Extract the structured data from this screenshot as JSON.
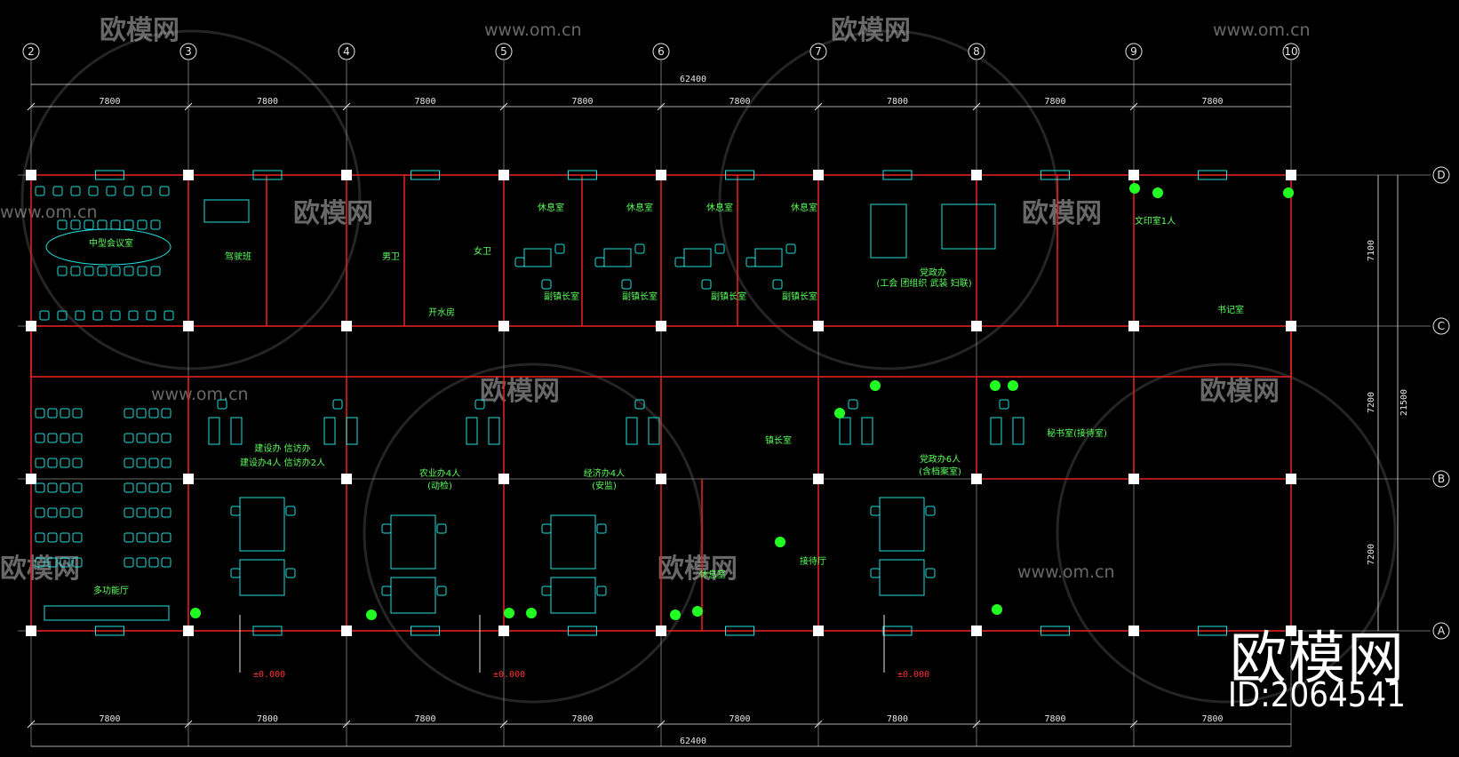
{
  "watermark": {
    "brand": "欧模网",
    "url": "www.om.cn"
  },
  "branding": {
    "name": "欧模网",
    "id": "ID:2064541"
  },
  "axes": {
    "columns": [
      "2",
      "3",
      "4",
      "5",
      "6",
      "7",
      "8",
      "9",
      "10"
    ],
    "rows": [
      "D",
      "C",
      "B",
      "A"
    ]
  },
  "dimensions": {
    "top_total": "62400",
    "top_bays": [
      "7800",
      "7800",
      "7800",
      "7800",
      "7800",
      "7800",
      "7800",
      "7800"
    ],
    "bottom_total": "62400",
    "bottom_bays": [
      "7800",
      "7800",
      "7800",
      "7800",
      "7800",
      "7800",
      "7800",
      "7800"
    ],
    "right_bays": [
      "7100",
      "7200",
      "7200"
    ],
    "right_total": "21500"
  },
  "rooms": {
    "meeting": "中型会议室",
    "driver": "驾驶班",
    "men_wc": "男卫",
    "women_wc": "女卫",
    "boiler": "开水房",
    "rest1": "休息室",
    "rest2": "休息室",
    "rest3": "休息室",
    "rest4": "休息室",
    "deputy1": "副镇长室",
    "deputy2": "副镇长室",
    "deputy3": "副镇长室",
    "deputy4": "副镇长室",
    "party": "党政办",
    "party_note": "(工会 团组织 武装 妇联)",
    "archive": "文印室1人",
    "secretary": "书记室",
    "multi": "多功能厅",
    "build_a": "建设办 信访办",
    "build_b": "建设办4人 信访办2人",
    "agri": "农业办4人",
    "agri_sub": "(动检)",
    "econ": "经济办4人",
    "econ_sub": "(安监)",
    "mayor": "镇长室",
    "reception": "接待厅",
    "rest_mayor": "休息室",
    "party6": "党政办6人",
    "party6_sub": "(含档案室)",
    "sec_office": "秘书室(接待室)"
  },
  "elevations": [
    "±0.000",
    "±0.000",
    "±0.000"
  ],
  "colors": {
    "wall": "#e02020",
    "furniture": "#20e0e0",
    "text": "#5cff5c",
    "plant": "#22ff22",
    "grid": "#ffffff"
  }
}
